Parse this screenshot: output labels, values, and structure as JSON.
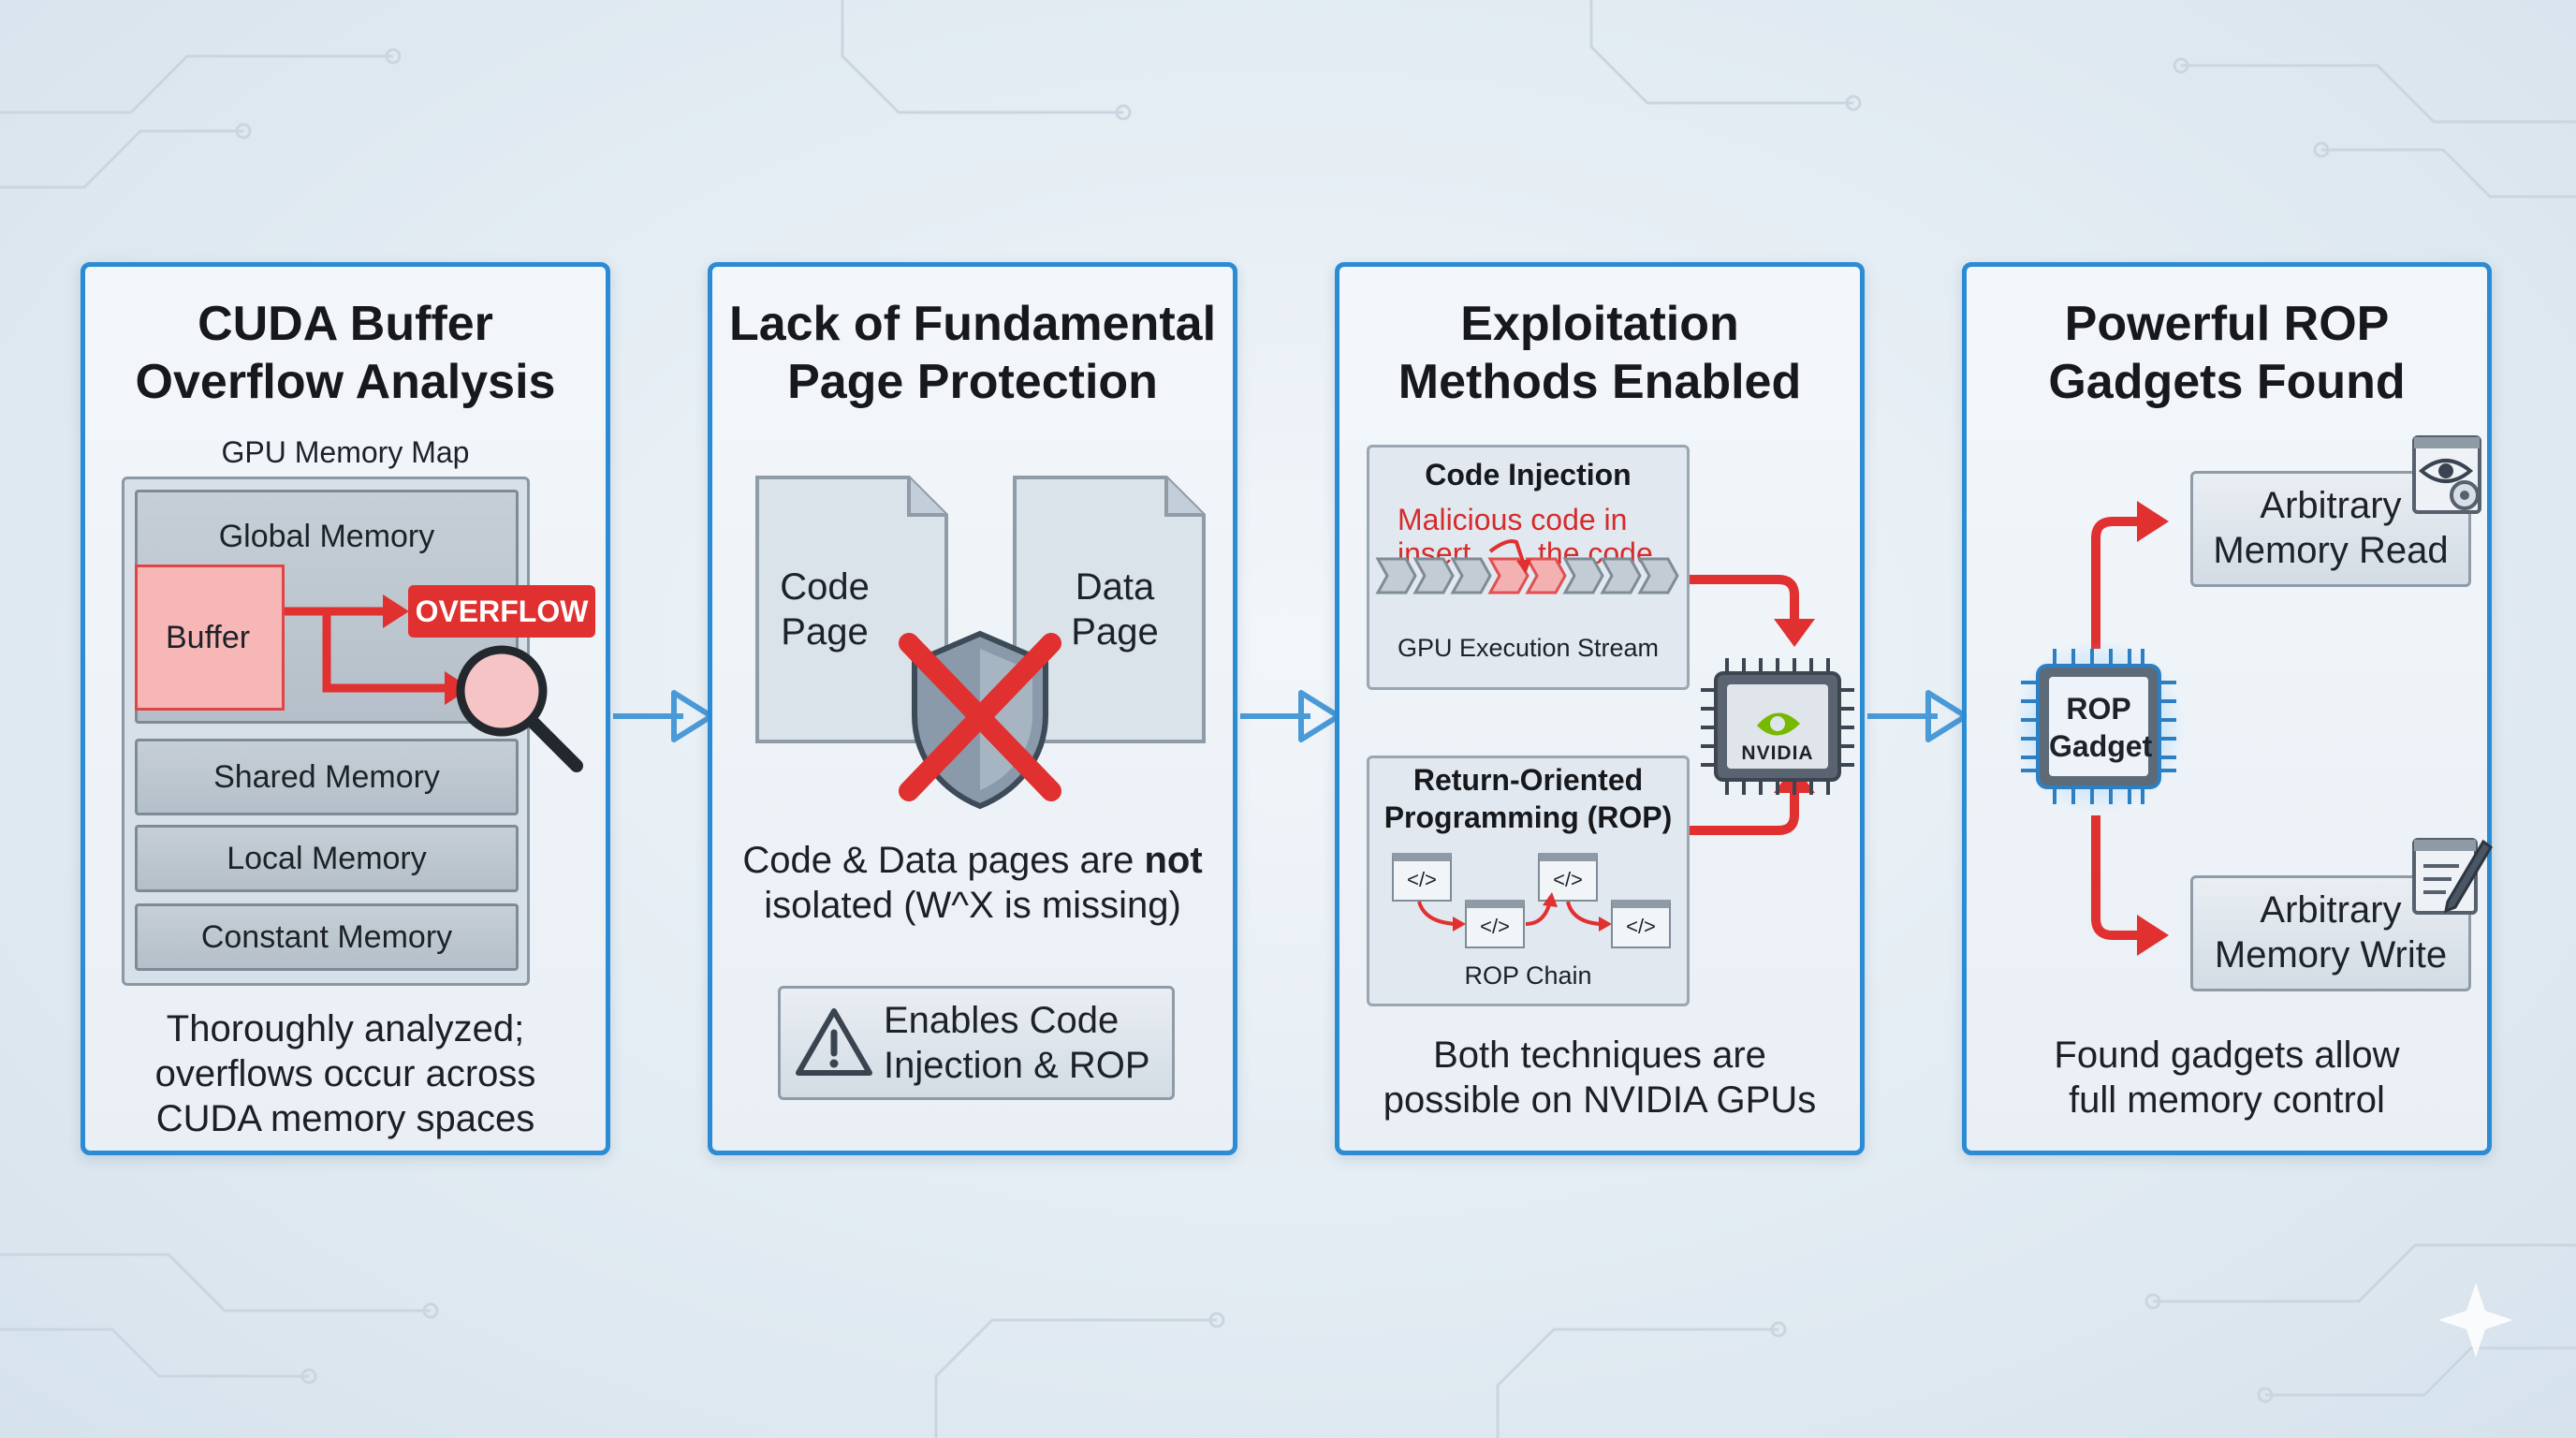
{
  "panels": [
    {
      "title_line1": "CUDA Buffer",
      "title_line2": "Overflow Analysis",
      "map_title": "GPU Memory Map",
      "rows": [
        "Global Memory",
        "Shared Memory",
        "Local Memory",
        "Constant Memory"
      ],
      "buffer_label": "Buffer",
      "overflow_label": "OVERFLOW",
      "caption_line1": "Thoroughly analyzed;",
      "caption_line2": "overflows occur across",
      "caption_line3": "CUDA memory spaces"
    },
    {
      "title_line1": "Lack of Fundamental",
      "title_line2": "Page Protection",
      "code_page_line1": "Code",
      "code_page_line2": "Page",
      "data_page_line1": "Data",
      "data_page_line2": "Page",
      "caption_line1_a": "Code & Data pages are ",
      "caption_line1_b": "not",
      "caption_line2": "isolated (W^X is missing)",
      "warning_line1": "Enables Code",
      "warning_line2": "Injection & ROP"
    },
    {
      "title_line1": "Exploitation",
      "title_line2": "Methods Enabled",
      "injection_title": "Code Injection",
      "malicious_line1": "Malicious code in",
      "malicious_insert": "insert",
      "malicious_code": "the code",
      "stream_label": "GPU Execution Stream",
      "rop_title_line1": "Return-Oriented",
      "rop_title_line2": "Programming (ROP)",
      "code_glyph": "</>",
      "rop_chain_label": "ROP Chain",
      "chip_label": "NVIDIA",
      "caption_line1": "Both techniques are",
      "caption_line2": "possible on NVIDIA GPUs"
    },
    {
      "title_line1": "Powerful ROP",
      "title_line2": "Gadgets Found",
      "gadget_line1": "ROP",
      "gadget_line2": "Gadget",
      "read_line1": "Arbitrary",
      "read_line2": "Memory Read",
      "write_line1": "Arbitrary",
      "write_line2": "Memory Write",
      "caption_line1": "Found gadgets allow",
      "caption_line2": "full memory control"
    }
  ],
  "colors": {
    "panel_border": "#2b8bd3",
    "alert_red": "#e03030",
    "arrow_blue": "#4a9ad8",
    "nvidia_green": "#76b900"
  }
}
